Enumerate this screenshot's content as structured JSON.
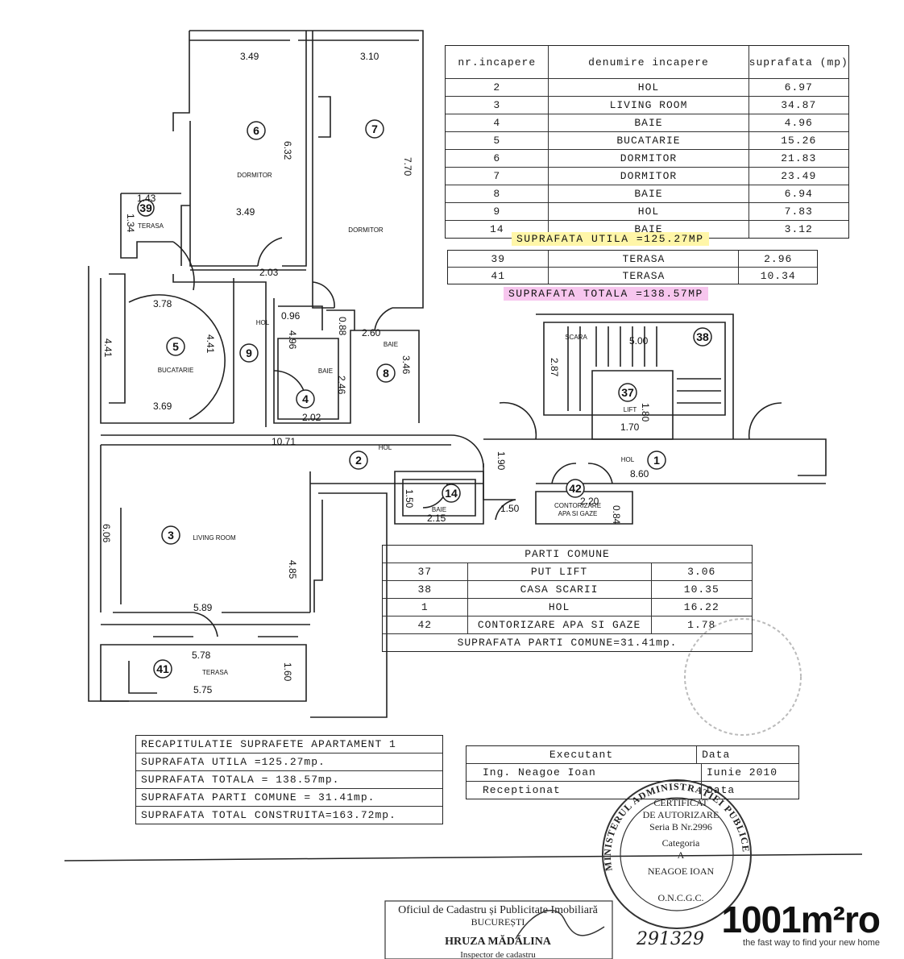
{
  "rooms_table": {
    "headers": [
      "nr.incapere",
      "denumire incapere",
      "suprafata (mp)"
    ],
    "rows": [
      [
        "2",
        "HOL",
        "6.97"
      ],
      [
        "3",
        "LIVING ROOM",
        "34.87"
      ],
      [
        "4",
        "BAIE",
        "4.96"
      ],
      [
        "5",
        "BUCATARIE",
        "15.26"
      ],
      [
        "6",
        "DORMITOR",
        "21.83"
      ],
      [
        "7",
        "DORMITOR",
        "23.49"
      ],
      [
        "8",
        "BAIE",
        "6.94"
      ],
      [
        "9",
        "HOL",
        "7.83"
      ],
      [
        "14",
        "BAIE",
        "3.12"
      ]
    ]
  },
  "suprafata_utila": "SUPRAFATA UTILA =125.27MP",
  "terase": [
    [
      "39",
      "TERASA",
      "2.96"
    ],
    [
      "41",
      "TERASA",
      "10.34"
    ]
  ],
  "suprafata_totala": "SUPRAFATA TOTALA =138.57MP",
  "parti_comune": {
    "title": "PARTI COMUNE",
    "rows": [
      [
        "37",
        "PUT LIFT",
        "3.06"
      ],
      [
        "38",
        "CASA SCARII",
        "10.35"
      ],
      [
        "1",
        "HOL",
        "16.22"
      ],
      [
        "42",
        "CONTORIZARE APA SI GAZE",
        "1.78"
      ]
    ],
    "total": "SUPRAFATA PARTI COMUNE=31.41mp."
  },
  "recapitulatie": [
    "RECAPITULATIE SUPRAFETE APARTAMENT 1",
    "SUPRAFATA UTILA =125.27mp.",
    "SUPRAFATA TOTALA = 138.57mp.",
    "SUPRAFATA PARTI COMUNE = 31.41mp.",
    "SUPRAFATA TOTAL CONSTRUITA=163.72mp."
  ],
  "executant": {
    "h1": "Executant",
    "h2": "Data",
    "name": "Ing. Neagoe Ioan",
    "date": "Iunie 2010",
    "receptionat": "Receptionat",
    "data2": "Data"
  },
  "stamp_round": {
    "lines": [
      "CERTIFICAT",
      "DE AUTORIZARE",
      "Seria B Nr.2996",
      "Categoria",
      "A",
      "NEAGOE IOAN",
      "O.N.C.G.C."
    ],
    "ring": "MINISTERUL ADMINISTRATIEI PUBLICE"
  },
  "stamp_cadastru": {
    "lines": [
      "Oficiul de Cadastru și Publicitate Imobiliară",
      "BUCUREȘTI",
      "HRUZA MĂDĂLINA",
      "Inspector de cadastru"
    ]
  },
  "handwritten_number": "291329",
  "logo": {
    "text": "1001m²ro",
    "tagline": "the fast way to find your new home"
  },
  "plan": {
    "room_numbers": [
      "6",
      "7",
      "39",
      "5",
      "9",
      "4",
      "8",
      "38",
      "37",
      "2",
      "1",
      "14",
      "42",
      "3",
      "41"
    ],
    "room_labels": [
      "DORMITOR",
      "DORMITOR",
      "TERASA",
      "BUCATARIE",
      "HOL",
      "BAIE",
      "BAIE",
      "SCARA",
      "LIFT",
      "HOL",
      "HOL",
      "BAIE",
      "CONTORIZARE",
      "APA SI GAZE",
      "LIVING ROOM",
      "TERASA"
    ],
    "dimensions": [
      "3.49",
      "3.10",
      "6.32",
      "7.70",
      "3.49",
      "1.43",
      "1.34",
      "2.03",
      "3.78",
      "0.96",
      "0.88",
      "4.41",
      "4.41",
      "4.96",
      "2.60",
      "3.46",
      "2.46",
      "2.02",
      "3.69",
      "10.71",
      "5.00",
      "2.87",
      "1.80",
      "1.70",
      "1.90",
      "8.60",
      "1.50",
      "2.15",
      "1.50",
      "2.20",
      "0.84",
      "6.06",
      "4.85",
      "5.89",
      "5.78",
      "1.60",
      "5.75"
    ]
  }
}
